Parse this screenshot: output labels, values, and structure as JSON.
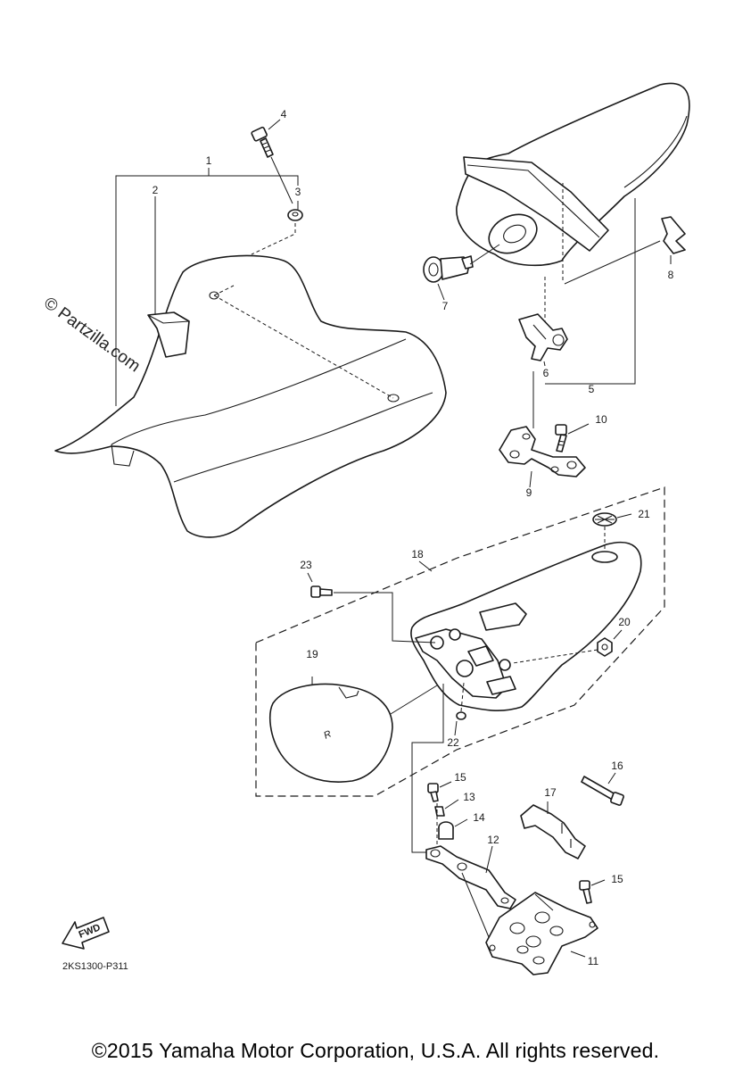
{
  "watermark": "© Partzilla.com",
  "diagram_code": "2KS1300-P311",
  "fwd_label": "FWD",
  "seat_logo": "R",
  "copyright": "©2015 Yamaha Motor Corporation, U.S.A. All rights reserved.",
  "callouts": [
    "1",
    "2",
    "3",
    "4",
    "5",
    "6",
    "7",
    "8",
    "9",
    "10",
    "11",
    "12",
    "13",
    "14",
    "15",
    "15",
    "16",
    "17",
    "18",
    "19",
    "20",
    "21",
    "22",
    "23"
  ]
}
